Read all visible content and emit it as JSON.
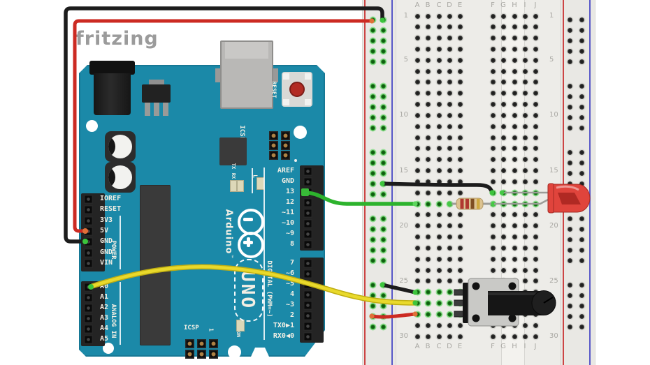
{
  "watermark": {
    "text": "fritzing",
    "color": "#9b9b9b"
  },
  "arduino": {
    "board_color": "#1b89a8",
    "logo_text": "Arduino",
    "trademark": "TM",
    "model_text": "UNO",
    "reset_label": "RESET",
    "icsp2_label": "ICSP2",
    "icsp_label": "ICSP",
    "icsp_pin1_label": "1",
    "on_label": "ON",
    "l_led_label": "L",
    "tx_label": "TX",
    "rx_label": "RX",
    "power_group_label": "POWER",
    "analog_group_label": "ANALOG IN",
    "digital_group_label": "DIGITAL (PWM=~)",
    "power_pins": [
      "IOREF",
      "RESET",
      "3V3",
      "5V",
      "GND",
      "GND",
      "VIN"
    ],
    "analog_pins": [
      "A0",
      "A1",
      "A2",
      "A3",
      "A4",
      "A5"
    ],
    "digital_pins_upper": [
      "AREF",
      "GND",
      "13",
      "12",
      "~11",
      "~10",
      "~9",
      "8"
    ],
    "digital_pins_lower": [
      "7",
      "~6",
      "~5",
      "4",
      "~3",
      "2",
      "TX0▶1",
      "RX0◀0"
    ]
  },
  "breadboard": {
    "column_letters_left": [
      "A",
      "B",
      "C",
      "D",
      "E"
    ],
    "column_letters_right": [
      "F",
      "G",
      "H",
      "I",
      "J"
    ],
    "row_numbers": [
      "1",
      "5",
      "10",
      "15",
      "20",
      "25",
      "30"
    ],
    "num_rows": 30,
    "rail_positive_color": "#cc4444",
    "rail_negative_color": "#5858c8",
    "left_rail_connected": true,
    "right_rail_connected": false,
    "highlighted_rows": [
      {
        "row": 17,
        "side": "right"
      },
      {
        "row": 18,
        "side": "left"
      },
      {
        "row": 18,
        "side": "right"
      },
      {
        "row": 26,
        "side": "left"
      },
      {
        "row": 27,
        "side": "left"
      },
      {
        "row": 28,
        "side": "left"
      }
    ]
  },
  "components": {
    "led": {
      "name": "red LED",
      "color_hex": "#e0443c",
      "cathode_row": 17,
      "anode_row": 18
    },
    "resistor": {
      "name": "resistor",
      "band_colors": [
        "red",
        "red",
        "brown",
        "gold"
      ],
      "band_hex": [
        "#b03830",
        "#b03830",
        "#7e4e22",
        "#cfa93f"
      ],
      "body_hex": "#dcc391",
      "location": "D18 to F18"
    },
    "potentiometer": {
      "name": "potentiometer",
      "body_hex": "#c9c9c6",
      "rows": "26-28"
    }
  },
  "wires": [
    {
      "color": "black",
      "hex": "#1c1c1c",
      "from": "Arduino GND",
      "to": "left rail row 1 (-)"
    },
    {
      "color": "red",
      "hex": "#cc2a22",
      "from": "Arduino 5V",
      "to": "left rail row 1 (+)"
    },
    {
      "color": "green",
      "hex": "#2db32d",
      "from": "Arduino pin 13",
      "to": "breadboard A18"
    },
    {
      "color": "yellow",
      "hex": "#e9d92b",
      "outline_hex": "#bfae12",
      "from": "Arduino A0",
      "to": "breadboard A27"
    },
    {
      "color": "black",
      "hex": "#1c1c1c",
      "from": "left rail (-)",
      "to": "breadboard F17"
    },
    {
      "color": "black",
      "hex": "#1c1c1c",
      "from": "left rail (-)",
      "to": "breadboard A26"
    },
    {
      "color": "red",
      "hex": "#cc2a22",
      "from": "left rail (+)",
      "to": "breadboard A28"
    }
  ]
}
